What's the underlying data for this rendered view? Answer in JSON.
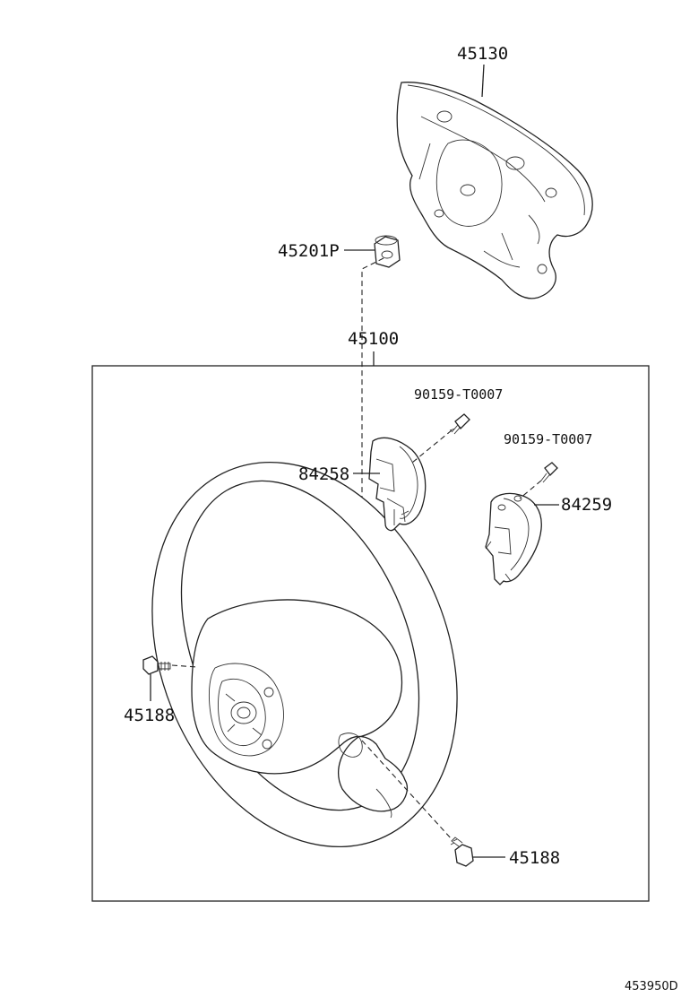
{
  "parts": {
    "pad": "45130",
    "nut": "45201P",
    "wheel": "45100",
    "screw_left_switch": "90159-T0007",
    "screw_right_switch": "90159-T0007",
    "switch_left": "84258",
    "switch_right": "84259",
    "bolt_left": "45188",
    "bolt_bottom": "45188"
  },
  "diagram_ref": "453950D"
}
